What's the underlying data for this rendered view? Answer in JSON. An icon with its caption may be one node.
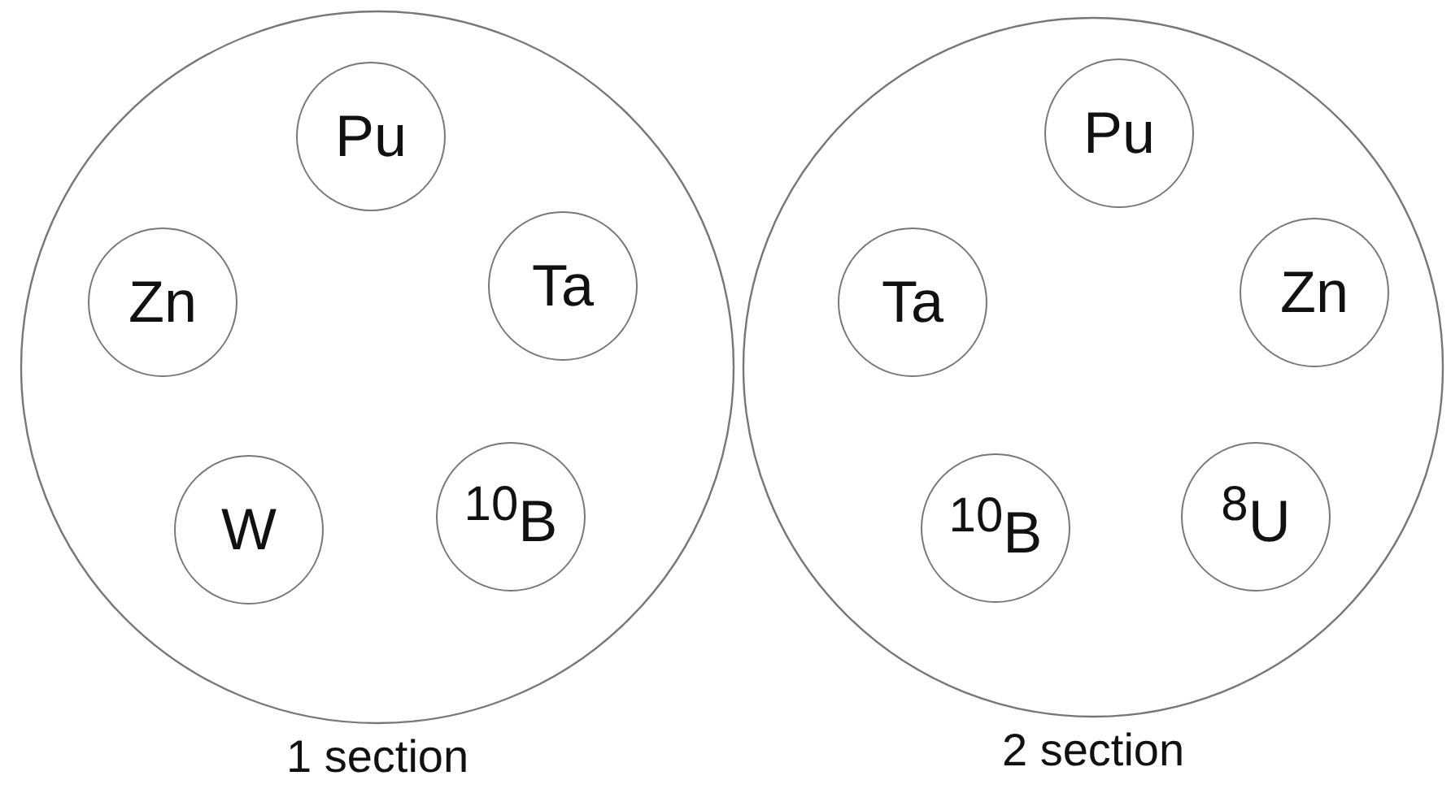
{
  "diagram": {
    "nodes": [
      {
        "text": [
          "1 section"
        ]
      },
      {
        "text": [
          "Pu"
        ],
        "in": 0
      },
      {
        "text": [
          "Zn"
        ],
        "in": 0
      },
      {
        "text": [
          "Ta"
        ],
        "in": 0
      },
      {
        "text": [
          "W"
        ],
        "in": 0
      },
      {
        "text": [
          "$^{10}$B"
        ],
        "in": 0
      },
      {
        "text": [
          "2 section"
        ]
      },
      {
        "text": [
          "Pu"
        ],
        "in": 6
      },
      {
        "text": [
          "Ta"
        ],
        "in": 6
      },
      {
        "text": [
          "Zn"
        ],
        "in": 6
      },
      {
        "text": [
          "$^{10}$B"
        ],
        "in": 6
      },
      {
        "text": [
          "$^{8}$U"
        ],
        "in": 6
      }
    ]
  }
}
